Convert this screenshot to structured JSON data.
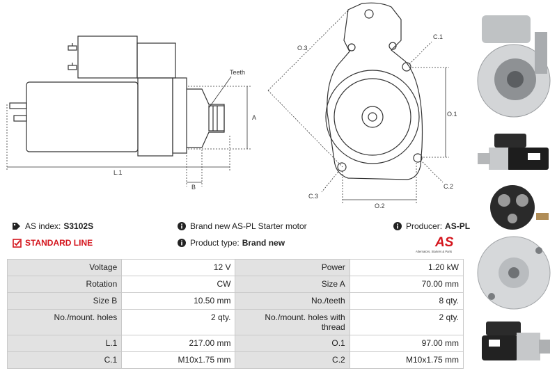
{
  "drawing": {
    "side_labels": {
      "teeth": "Teeth",
      "a": "A",
      "l1": "L.1",
      "b": "B"
    },
    "front_labels": {
      "o3": "O.3",
      "c1": "C.1",
      "o1": "O.1",
      "c2": "C.2",
      "c3": "C.3",
      "o2": "O.2"
    }
  },
  "info": {
    "as_index_label": "AS index:",
    "as_index_value": "S3102S",
    "standard_line": "STANDARD LINE",
    "description": "Brand new AS-PL Starter motor",
    "product_type_label": "Product type:",
    "product_type_value": "Brand new",
    "producer_label": "Producer:",
    "producer_value": "AS-PL"
  },
  "logo": {
    "mark": "AS",
    "tagline": "Alternators, Starters & Parts",
    "color": "#d4141c"
  },
  "specs": {
    "rows": [
      {
        "l1": "Voltage",
        "v1": "12 V",
        "l2": "Power",
        "v2": "1.20 kW"
      },
      {
        "l1": "Rotation",
        "v1": "CW",
        "l2": "Size A",
        "v2": "70.00 mm"
      },
      {
        "l1": "Size B",
        "v1": "10.50 mm",
        "l2": "No./teeth",
        "v2": "8 qty."
      },
      {
        "l1": "No./mount. holes",
        "v1": "2 qty.",
        "l2": "No./mount. holes with thread",
        "v2": "2 qty."
      },
      {
        "l1": "L.1",
        "v1": "217.00 mm",
        "l2": "O.1",
        "v2": "97.00 mm"
      },
      {
        "l1": "C.1",
        "v1": "M10x1.75 mm",
        "l2": "C.2",
        "v2": "M10x1.75 mm"
      }
    ]
  },
  "thumbnails": [
    {
      "name": "front-angle-photo"
    },
    {
      "name": "side-view-photo"
    },
    {
      "name": "solenoid-terminals-photo"
    },
    {
      "name": "front-flange-photo"
    },
    {
      "name": "angled-side-photo"
    }
  ]
}
